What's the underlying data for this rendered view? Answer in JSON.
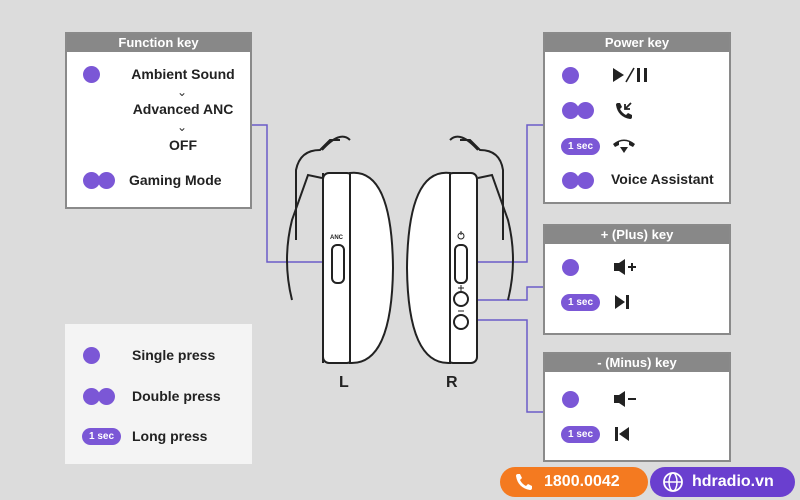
{
  "function_key": {
    "title": "Function key",
    "items": [
      "Ambient Sound",
      "Advanced ANC",
      "OFF"
    ],
    "double_label": "Gaming Mode"
  },
  "power_key": {
    "title": "Power key",
    "long_press": "1 sec",
    "voice": "Voice Assistant"
  },
  "plus_key": {
    "title": "+ (Plus) key",
    "long_press": "1 sec"
  },
  "minus_key": {
    "title": "- (Minus) key",
    "long_press": "1 sec"
  },
  "legend": {
    "single": "Single press",
    "double": "Double press",
    "long_pill": "1 sec",
    "long": "Long press"
  },
  "headphone": {
    "left_label": "L",
    "right_label": "R",
    "anc_label": "ANC"
  },
  "footer": {
    "phone": "1800.0042",
    "site": "hdradio.vn"
  },
  "colors": {
    "accent": "#7b57d6",
    "panel_header": "#888888",
    "phone_bg": "#f47a20",
    "site_bg": "#6a3fcf",
    "connector": "#6b5cc8"
  },
  "icons": {
    "play_pause": "play-pause-icon",
    "call": "incoming-call-icon",
    "hang_up": "hang-up-icon",
    "vol_up": "volume-up-icon",
    "next": "next-track-icon",
    "vol_down": "volume-down-icon",
    "prev": "previous-track-icon"
  }
}
